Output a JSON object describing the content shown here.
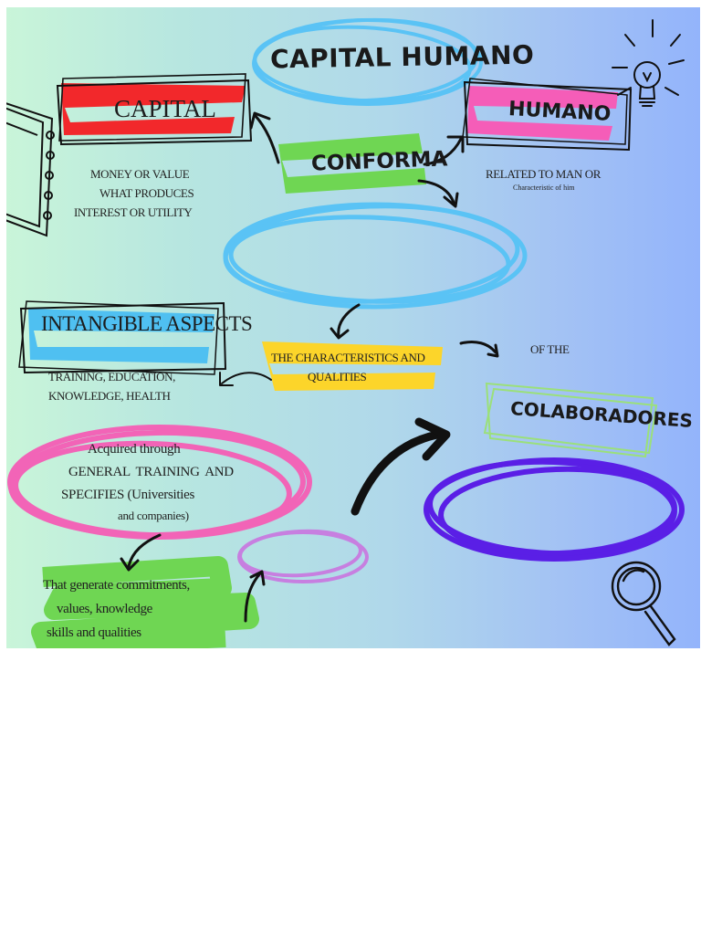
{
  "title": "CAPITAL HUMANO",
  "nodes": {
    "capital": {
      "label": "CAPITAL",
      "desc": [
        "MONEY OR VALUE",
        "WHAT PRODUCES",
        "INTEREST OR UTILITY"
      ]
    },
    "conforma": {
      "label": "CONFORMA"
    },
    "humano": {
      "label": "HUMANO",
      "desc": [
        "RELATED TO MAN OR",
        "Characteristic of him"
      ]
    },
    "intangible": {
      "label": "INTANGIBLE ASPECTS",
      "desc": [
        "TRAINING, EDUCATION,",
        "KNOWLEDGE, HEALTH"
      ]
    },
    "characteristics": {
      "label": [
        "THE CHARACTERISTICS AND",
        "QUALITIES"
      ]
    },
    "of_the": {
      "label": "OF THE"
    },
    "colaboradores": {
      "label": "COLABORADORES"
    },
    "acquired": {
      "lines": [
        "Acquired through",
        "GENERAL TRAINING AND",
        "SPECIFIES (Universities",
        "and companies)"
      ]
    },
    "generate": {
      "lines": [
        "That generate commitments,",
        "values, knowledge",
        "skills and qualities"
      ]
    }
  },
  "colors": {
    "sky_circle": "#5ac3f5",
    "red_highlight": "#f2282b",
    "pink_highlight": "#f55db8",
    "green_highlight": "#6fd653",
    "blue_highlight": "#4fc0f1",
    "yellow_highlight": "#fcd52a",
    "pink_circle": "#f264b7",
    "violet_circle": "#c77fe0",
    "purple_circle": "#5a1fe6",
    "light_green_box": "#9be07a"
  },
  "icons": [
    "notebook-icon",
    "lightbulb-icon",
    "magnifier-icon"
  ]
}
